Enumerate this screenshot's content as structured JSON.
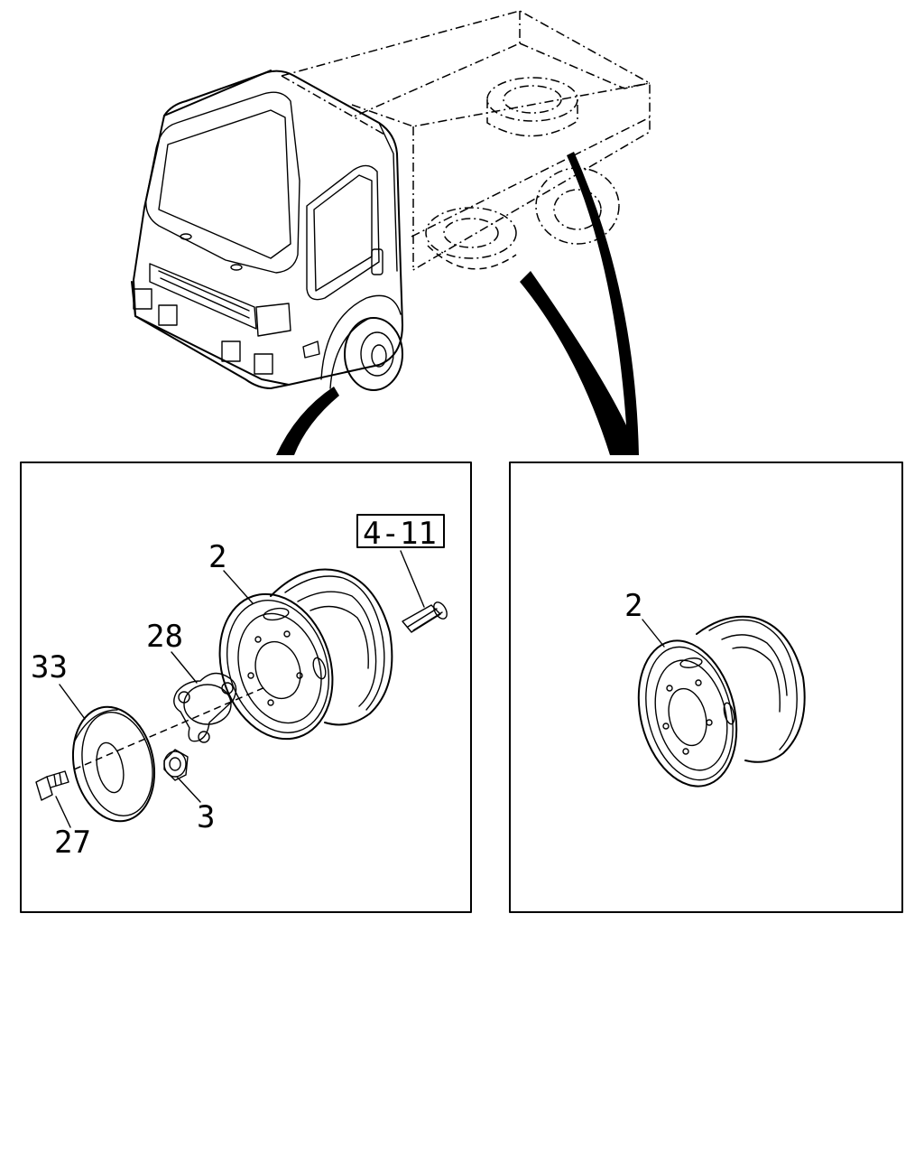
{
  "diagram": {
    "left_panel": {
      "callouts": {
        "wheel": "2",
        "hub_ref": "4-11",
        "plate": "28",
        "disc": "33",
        "bolt": "27",
        "nut": "3"
      }
    },
    "right_panel": {
      "callouts": {
        "wheel": "2"
      }
    }
  }
}
